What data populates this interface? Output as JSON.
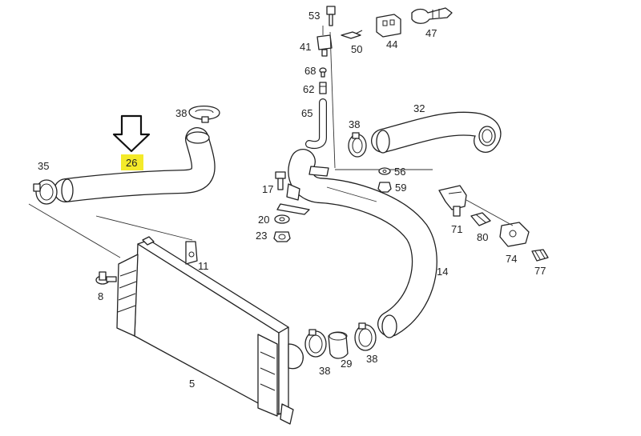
{
  "diagram": {
    "highlight_color": "#f4ea2a",
    "callouts": {
      "p53": "53",
      "p47": "47",
      "p44": "44",
      "p50": "50",
      "p41": "41",
      "p68": "68",
      "p62": "62",
      "p65": "65",
      "p32": "32",
      "p38a": "38",
      "p38b": "38",
      "p38c": "38",
      "p38d": "38",
      "p35": "35",
      "p26": "26",
      "p17": "17",
      "p56": "56",
      "p59": "59",
      "p20": "20",
      "p23": "23",
      "p71": "71",
      "p80": "80",
      "p74": "74",
      "p77": "77",
      "p11": "11",
      "p8": "8",
      "p14": "14",
      "p5": "5",
      "p29": "29"
    },
    "icons": {
      "pointer": "down-arrow-icon"
    }
  }
}
